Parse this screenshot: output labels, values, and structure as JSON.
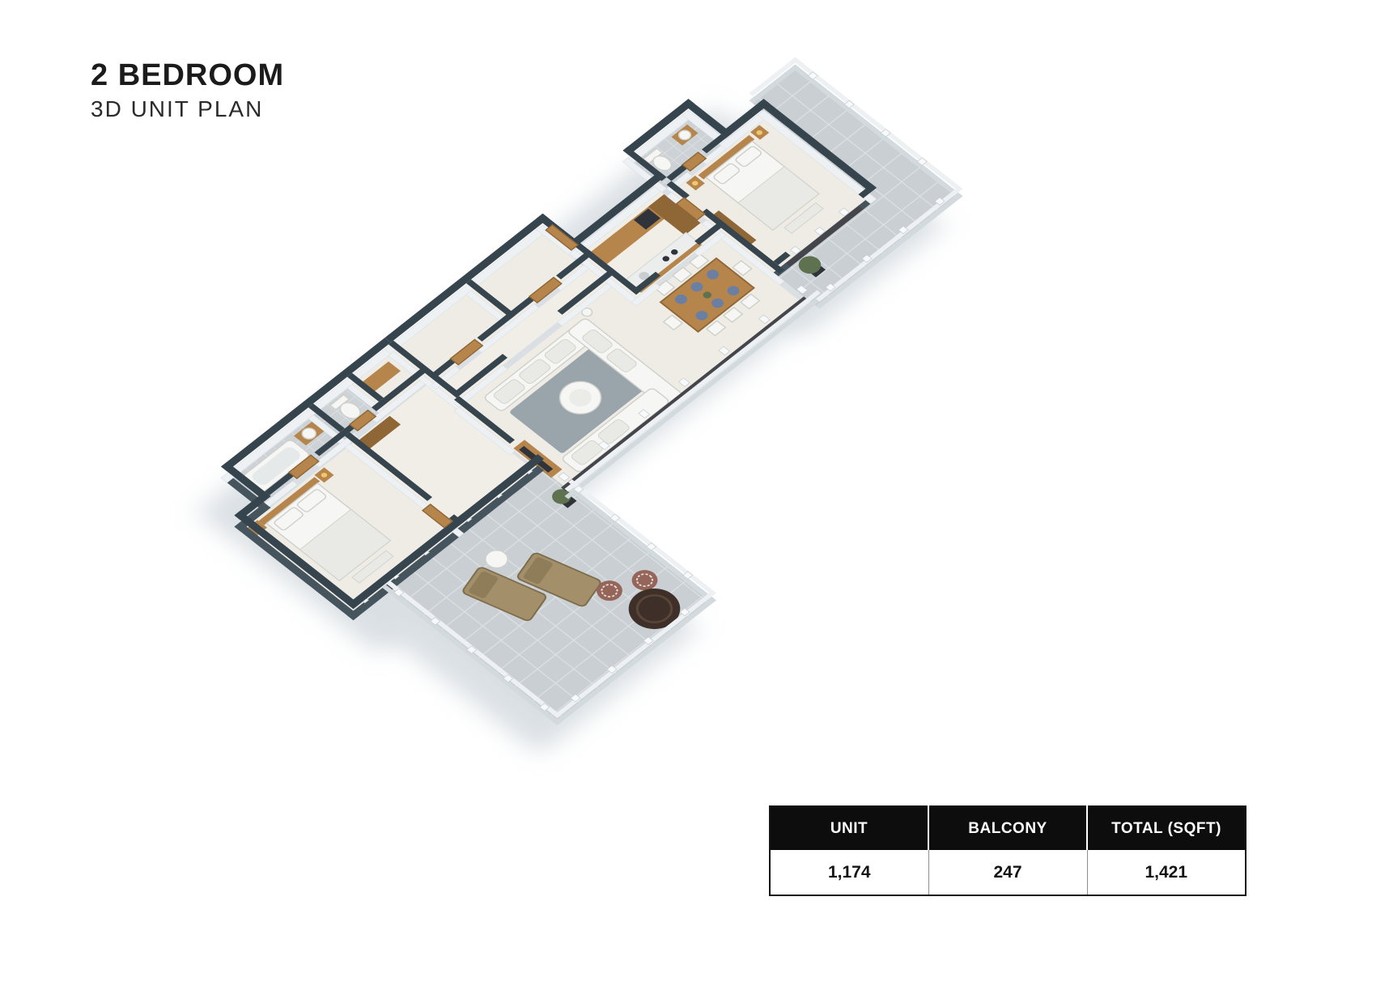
{
  "header": {
    "title": "2 BEDROOM",
    "subtitle": "3D UNIT PLAN"
  },
  "area_table": {
    "columns": [
      "UNIT",
      "BALCONY",
      "TOTAL (SQFT)"
    ],
    "values": [
      "1,174",
      "247",
      "1,421"
    ]
  },
  "floor_plan": {
    "label": "3D isometric unit plan rendering",
    "colors": {
      "wall_top": "#36444e",
      "wall_face_light": "#eef1f3",
      "wall_face_dark": "#46545e",
      "floor": "#efece5",
      "balcony_tile": "#c9cfd3",
      "bath_tile": "#ccd2d6",
      "wood": "#b5854c",
      "wood_dark": "#8f6635",
      "glass": "#45464c",
      "rug": "#9aa4ab",
      "terrace_rug": "#3e3028",
      "white_furniture": "#f6f6f4",
      "shadow": "#b6c1c9"
    }
  }
}
